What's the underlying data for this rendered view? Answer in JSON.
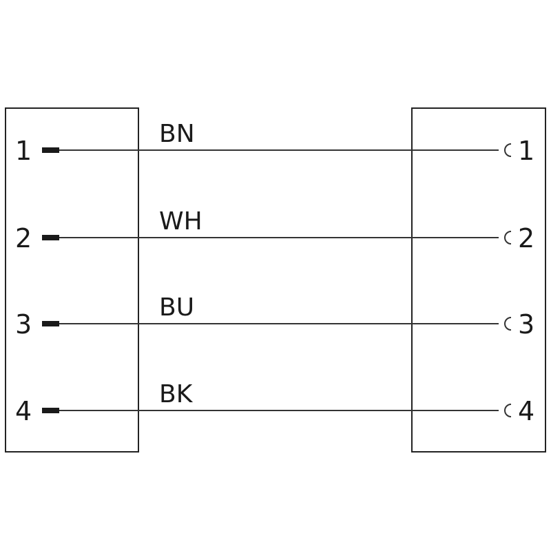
{
  "colors": {
    "line": "#333333",
    "box": "#222222",
    "text": "#1a1a1a",
    "background": "#ffffff"
  },
  "left_connector": {
    "pins": [
      "1",
      "2",
      "3",
      "4"
    ],
    "pin_style": "male-pin"
  },
  "right_connector": {
    "pins": [
      "1",
      "2",
      "3",
      "4"
    ],
    "pin_style": "female-socket"
  },
  "wires": [
    {
      "from": "1",
      "to": "1",
      "label": "BN"
    },
    {
      "from": "2",
      "to": "2",
      "label": "WH"
    },
    {
      "from": "3",
      "to": "3",
      "label": "BU"
    },
    {
      "from": "4",
      "to": "4",
      "label": "BK"
    }
  ]
}
